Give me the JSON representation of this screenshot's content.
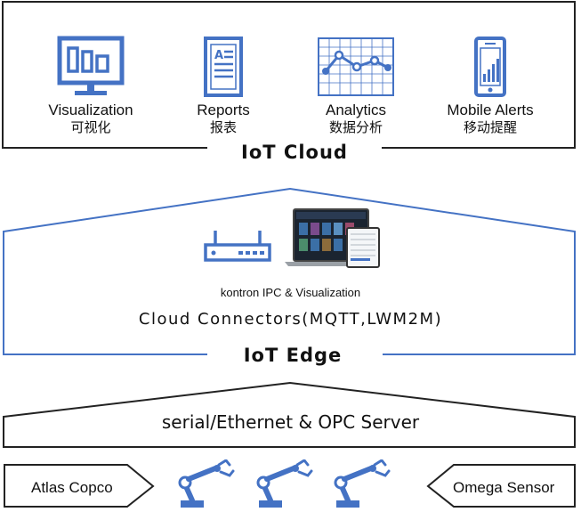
{
  "cloud": {
    "title": "IoT Cloud",
    "tiles": [
      {
        "en": "Visualization",
        "cn": "可视化",
        "icon": "monitor-dashboard-icon"
      },
      {
        "en": "Reports",
        "cn": "报表",
        "icon": "report-document-icon"
      },
      {
        "en": "Analytics",
        "cn": "数据分析",
        "icon": "line-chart-icon"
      },
      {
        "en": "Mobile Alerts",
        "cn": "移动提醒",
        "icon": "mobile-phone-icon"
      }
    ]
  },
  "edge": {
    "title": "IoT Edge",
    "device_caption": "kontron IPC & Visualization",
    "connectors": "Cloud Connectors(MQTT,LWM2M)"
  },
  "transport": {
    "label": "serial/Ethernet & OPC Server"
  },
  "devices": {
    "left": "Atlas Copco",
    "right": "Omega Sensor"
  },
  "colors": {
    "accent": "#4472c4",
    "border": "#222222"
  }
}
